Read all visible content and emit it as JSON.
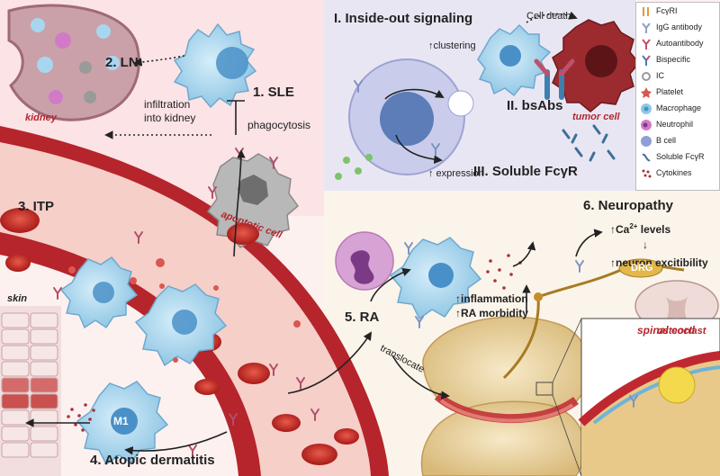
{
  "panels": {
    "p1_sle": "1. SLE",
    "p2_ln": "2. LN",
    "p3_itp": "3. ITP",
    "p4_atopic": "4. Atopic dermatitis",
    "p5_ra": "5. RA",
    "p6_neuropathy": "6. Neuropathy",
    "pI": "I. Inside-out signaling",
    "pII": "II. bsAbs",
    "pIII": "III. Soluble FcγR"
  },
  "labels": {
    "kidney": "kidney",
    "infiltration_line1": "infiltration",
    "infiltration_line2": "into kidney",
    "phagocytosis": "phagocytosis",
    "apoptotic_cell": "apoptotic cell",
    "clustering": "↑clustering",
    "expression": "↑ expression",
    "cell_death": "Cell death",
    "tumor_cell": "tumor cell",
    "skin": "skin",
    "m1": "M1",
    "inflammation": "↑inflammation",
    "ra_morbidity": "↑RA morbidity",
    "translocate": "translocate",
    "ca_levels_prefix": "↑Ca",
    "ca_levels_sup": "2+",
    "ca_levels_suffix": " levels",
    "down_arrow": "↓",
    "neuron_excitibility": "↑neuron excitibility",
    "drg": "DRG",
    "spinal_cord": "spinal cord",
    "osteoclast": "osteoclast"
  },
  "legend": [
    {
      "label": "FcγRI",
      "icon": "fcgr-receptor-icon",
      "color": "#e39a3b"
    },
    {
      "label": "IgG antibody",
      "icon": "igg-antibody-icon",
      "color": "#8aa0c8"
    },
    {
      "label": "Autoantibody",
      "icon": "autoantibody-icon",
      "color": "#c0506a"
    },
    {
      "label": "Bispecific",
      "icon": "bispecific-icon",
      "color": "#3d7fb0"
    },
    {
      "label": "IC",
      "icon": "immune-complex-icon",
      "color": "#9a9a9a"
    },
    {
      "label": "Platelet",
      "icon": "platelet-icon",
      "color": "#d9574f"
    },
    {
      "label": "Macrophage",
      "icon": "macrophage-icon",
      "color": "#8fc7e6"
    },
    {
      "label": "Neutrophil",
      "icon": "neutrophil-icon",
      "color": "#d27ac8"
    },
    {
      "label": "B cell",
      "icon": "b-cell-icon",
      "color": "#8f9fd6"
    },
    {
      "label": "Soluble FcγR",
      "icon": "soluble-fcgr-icon",
      "color": "#3d6f99"
    },
    {
      "label": "Cytokines",
      "icon": "cytokines-icon",
      "color": "#a8323a"
    }
  ],
  "colors": {
    "vessel_wall": "#b5252b",
    "vessel_lumen": "#f6cfc9",
    "sle_bg": "#fbe3e6",
    "inside_out_bg": "#e9e6f3",
    "ra_bg": "#fbf4ea",
    "macrophage": "#a9d6ef",
    "nucleus": "#4a90c8",
    "rbc": "#b01c1c"
  }
}
